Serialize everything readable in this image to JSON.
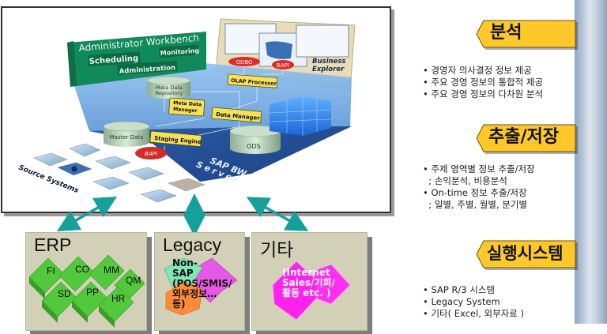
{
  "diagram": {
    "admin_workbench": {
      "title": "Administrator Workbench",
      "items": [
        "Scheduling",
        "Monitoring",
        "Administration"
      ]
    },
    "business_explorer": {
      "label": "Business Explorer",
      "line1": "Business",
      "line2": "Explorer"
    },
    "interfaces": {
      "odbo": "ODBO",
      "bapi_top": "BAPI",
      "bapi_source": "BAPI"
    },
    "components": {
      "meta_data_repository": {
        "line1": "Meta Data",
        "line2": "Repository"
      },
      "olap_processor": "OLAP Processor",
      "meta_data_manager": {
        "line1": "Meta Data",
        "line2": "Manager"
      },
      "data_manager": "Data Manager",
      "master_data": "Master Data",
      "staging_engine": "Staging Engine",
      "ods": "ODS"
    },
    "server": {
      "line1": "SAP BW",
      "line2": "Server"
    },
    "source_systems": "Source Systems"
  },
  "sources": {
    "erp": {
      "title": "ERP",
      "modules": [
        "FI",
        "CO",
        "MM",
        "QM",
        "SD",
        "PP",
        "HR"
      ]
    },
    "legacy": {
      "title": "Legacy",
      "lines": [
        "Non-",
        "SAP",
        "(POS/SMIS/",
        "외부정보…",
        "등)"
      ]
    },
    "other": {
      "title": "기타",
      "lines": [
        "(Internet",
        "Sales/기회/",
        "활동 etc. )"
      ]
    }
  },
  "sections": [
    {
      "tag": "분석",
      "bullets": [
        "• 경영자 의사결정 정보 제공",
        "• 주요 경영 정보의 통합적 제공",
        "• 주요 경영 정보의 다차원 분석"
      ]
    },
    {
      "tag": "추출/저장",
      "bullets": [
        "• 주제 영역별 정보 추출/저장",
        "  ; 손익분석, 비용분석",
        "• On-time 정보 추출/저장",
        "  ; 일별, 주별, 월별, 분기별"
      ]
    },
    {
      "tag": "실행시스템",
      "bullets": [
        "• SAP R/3 시스템",
        "• Legacy System",
        "• 기타( Excel, 외부자료 )"
      ]
    }
  ],
  "colors": {
    "tag_fill": "#ffc82a",
    "arrow": "#16a09a",
    "erp_green": "#4cc23a",
    "panel_bg": "#d2d0b6",
    "workbench_green": "#138a5e",
    "server_blue": "#5e9ad8"
  }
}
